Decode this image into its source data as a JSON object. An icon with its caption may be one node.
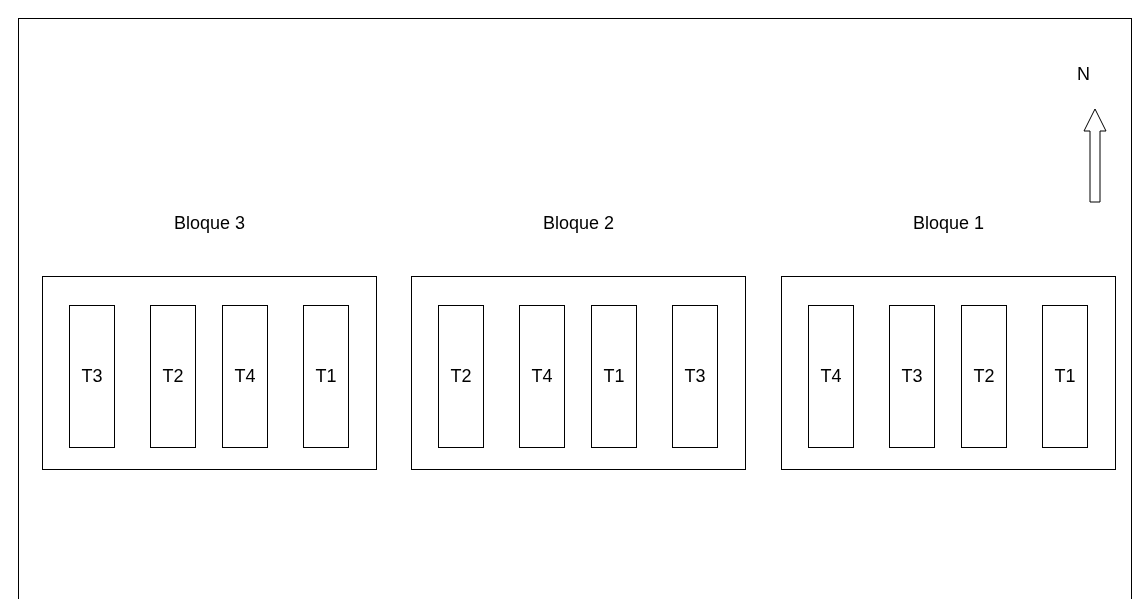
{
  "diagram": {
    "nodes": [
      {
        "text": [
          "Bloque 3"
        ]
      },
      {
        "text": [
          "T3"
        ],
        "in": 0
      },
      {
        "text": [
          "T2"
        ],
        "in": 0
      },
      {
        "text": [
          "T4"
        ],
        "in": 0
      },
      {
        "text": [
          "T1"
        ],
        "in": 0
      },
      {
        "text": [
          "Bloque 2"
        ]
      },
      {
        "text": [
          "T2"
        ],
        "in": 5
      },
      {
        "text": [
          "T4"
        ],
        "in": 5
      },
      {
        "text": [
          "T1"
        ],
        "in": 5
      },
      {
        "text": [
          "T3"
        ],
        "in": 5
      },
      {
        "text": [
          "Bloque 1"
        ]
      },
      {
        "text": [
          "T4"
        ],
        "in": 10
      },
      {
        "text": [
          "T3"
        ],
        "in": 10
      },
      {
        "text": [
          "T2"
        ],
        "in": 10
      },
      {
        "text": [
          "T1"
        ],
        "in": 10
      }
    ],
    "edges": [],
    "labels": [
      "N"
    ]
  }
}
